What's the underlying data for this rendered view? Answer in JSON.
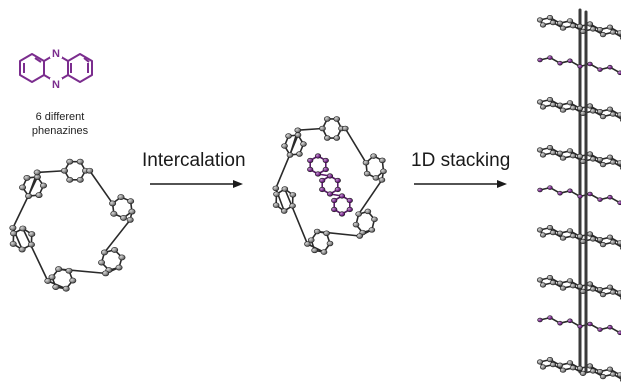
{
  "phenazine_label_line1": "6 different",
  "phenazine_label_line2": "phenazines",
  "step1_label": "Intercalation",
  "step2_label": "1D stacking",
  "phenazine_atom_label": "N",
  "colors": {
    "phenazine_purple": "#7b2d8e",
    "atom_gray": "#8a8a8a",
    "bond_dark": "#2a2a2a",
    "arrow": "#1a1a1a",
    "text": "#1a1a1a"
  }
}
